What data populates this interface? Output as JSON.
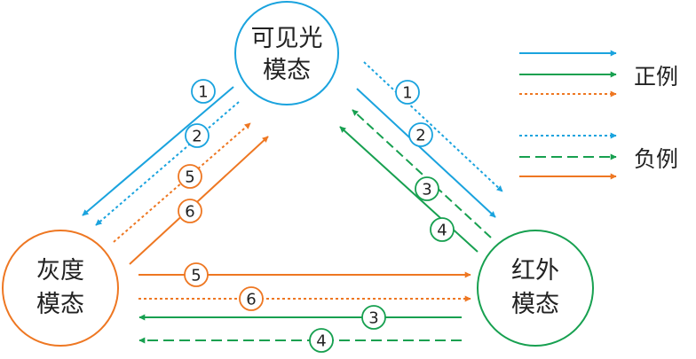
{
  "colors": {
    "blue": "#1aa3de",
    "green": "#17a050",
    "orange": "#ee7722",
    "text": "#222222"
  },
  "nodes": {
    "visible": {
      "line1": "可见光",
      "line2": "模态",
      "color": "#1aa3de"
    },
    "gray": {
      "line1": "灰度",
      "line2": "模态",
      "color": "#ee7722"
    },
    "infrared": {
      "line1": "红外",
      "line2": "模态",
      "color": "#17a050"
    }
  },
  "edge_numbers": {
    "vis_gray_1": "1",
    "vis_gray_2": "2",
    "vis_gray_5": "5",
    "vis_gray_6": "6",
    "vis_ir_1": "1",
    "vis_ir_2": "2",
    "vis_ir_3": "3",
    "vis_ir_4": "4",
    "gray_ir_5": "5",
    "gray_ir_6": "6",
    "gray_ir_3": "3",
    "gray_ir_4": "4"
  },
  "legend": {
    "positive_label": "正例",
    "negative_label": "负例",
    "positive_styles": [
      "blue-solid",
      "green-solid",
      "orange-dotted"
    ],
    "negative_styles": [
      "blue-dotted",
      "green-dashed",
      "orange-solid"
    ]
  }
}
